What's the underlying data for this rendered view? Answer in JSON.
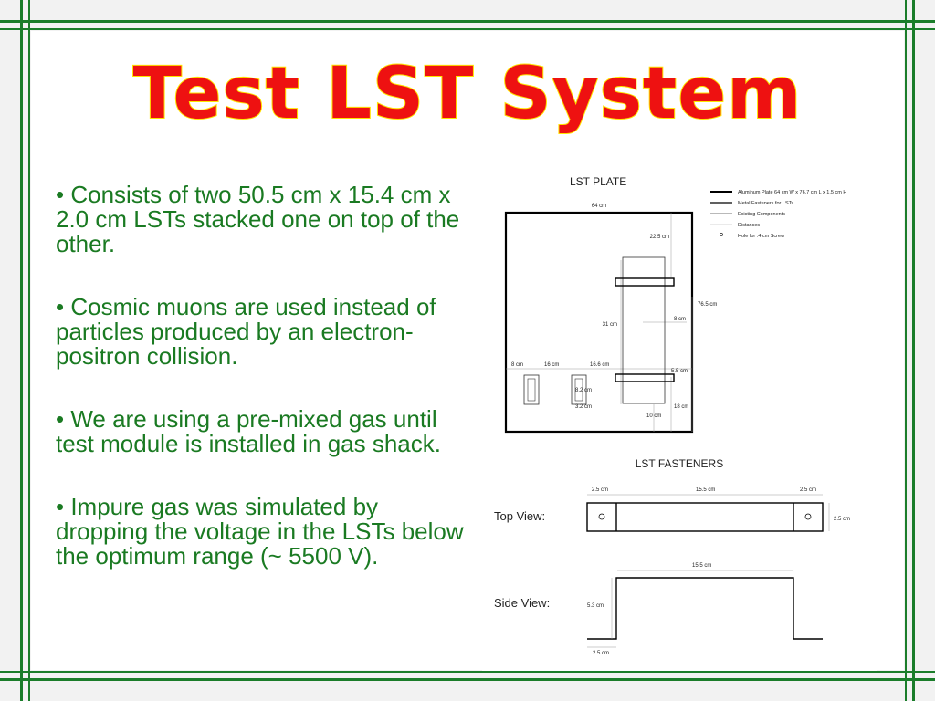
{
  "slide": {
    "title": "Test LST System",
    "bullets": [
      "• Consists of two 50.5 cm x 15.4 cm x 2.0 cm LSTs stacked one on top of the other.",
      "• Cosmic muons are used instead of particles produced by an electron-positron collision.",
      "• We are using a pre-mixed gas until test module is installed in gas shack.",
      "• Impure gas was simulated by dropping the voltage in the LSTs below the optimum range (~ 5500 V)."
    ]
  },
  "diagram": {
    "plate_title": "LST PLATE",
    "legend": [
      "Aluminum Plate 64 cm W x 76.7 cm L x 1.5 cm H",
      "Metal Fasteners for LSTs",
      "Existing Components",
      "Distances",
      "Hole for .4 cm Screw"
    ],
    "plate_labels": {
      "width": "64 cm",
      "top_gap": "22.5 cm",
      "height": "76.5 cm",
      "lst_length": "31 cm",
      "side_gap": "8 cm",
      "left_edge": "8 cm",
      "comp_gap": "16 cm",
      "lst_offset": "16.6 cm",
      "fastener_gap": "5.5 cm",
      "comp_height": "8.2 cm",
      "comp_width": "3.2 cm",
      "bottom_gap": "10 cm",
      "bottom_edge": "18 cm"
    },
    "fasteners_title": "LST FASTENERS",
    "top_view_label": "Top View:",
    "side_view_label": "Side View:",
    "fastener_labels": {
      "end_left": "2.5 cm",
      "middle": "15.5 cm",
      "end_right": "2.5 cm",
      "thickness": "2.5 cm",
      "side_middle": "15.5 cm",
      "side_height": "5.3 cm",
      "side_base": "2.5 cm"
    }
  },
  "colors": {
    "frame": "#1b7d2a",
    "title_fill": "#ee1111",
    "title_outline": "#ffe400",
    "bullet_text": "#1a7a22"
  }
}
